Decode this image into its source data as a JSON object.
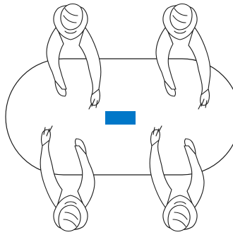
{
  "scene": {
    "background_color": "#ffffff",
    "line_color": "#1a1a1a",
    "table": {
      "shape": "stadium",
      "fill": "#ffffff",
      "marker_color": "#0077c8"
    },
    "people": [
      {
        "position": "top-left",
        "facing": "down"
      },
      {
        "position": "top-right",
        "facing": "down"
      },
      {
        "position": "bottom-left",
        "facing": "up"
      },
      {
        "position": "bottom-right",
        "facing": "up"
      }
    ]
  }
}
